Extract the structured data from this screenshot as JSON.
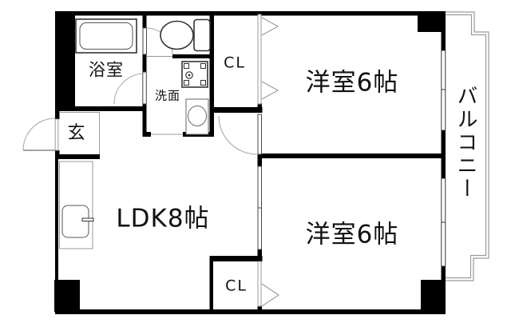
{
  "document_type": "floor-plan",
  "labels": {
    "bathroom": "浴室",
    "washroom": "洗面",
    "entrance": "玄",
    "closet_top": "CL",
    "closet_bottom": "CL",
    "western_room_top": "洋室6帖",
    "western_room_bottom": "洋室6帖",
    "ldk": "LDK8帖",
    "balcony": "バルコニー"
  },
  "colors": {
    "background": "#ffffff",
    "wall": "#000000",
    "fixture_line": "#333333",
    "light_line": "#999999",
    "text": "#111111"
  },
  "fixtures": [
    "bathtub",
    "toilet",
    "washbasin",
    "washing-machine",
    "kitchen-counter",
    "kitchen-sink",
    "entrance-door",
    "balcony-railing",
    "sliding-windows",
    "closet-folding-doors"
  ]
}
